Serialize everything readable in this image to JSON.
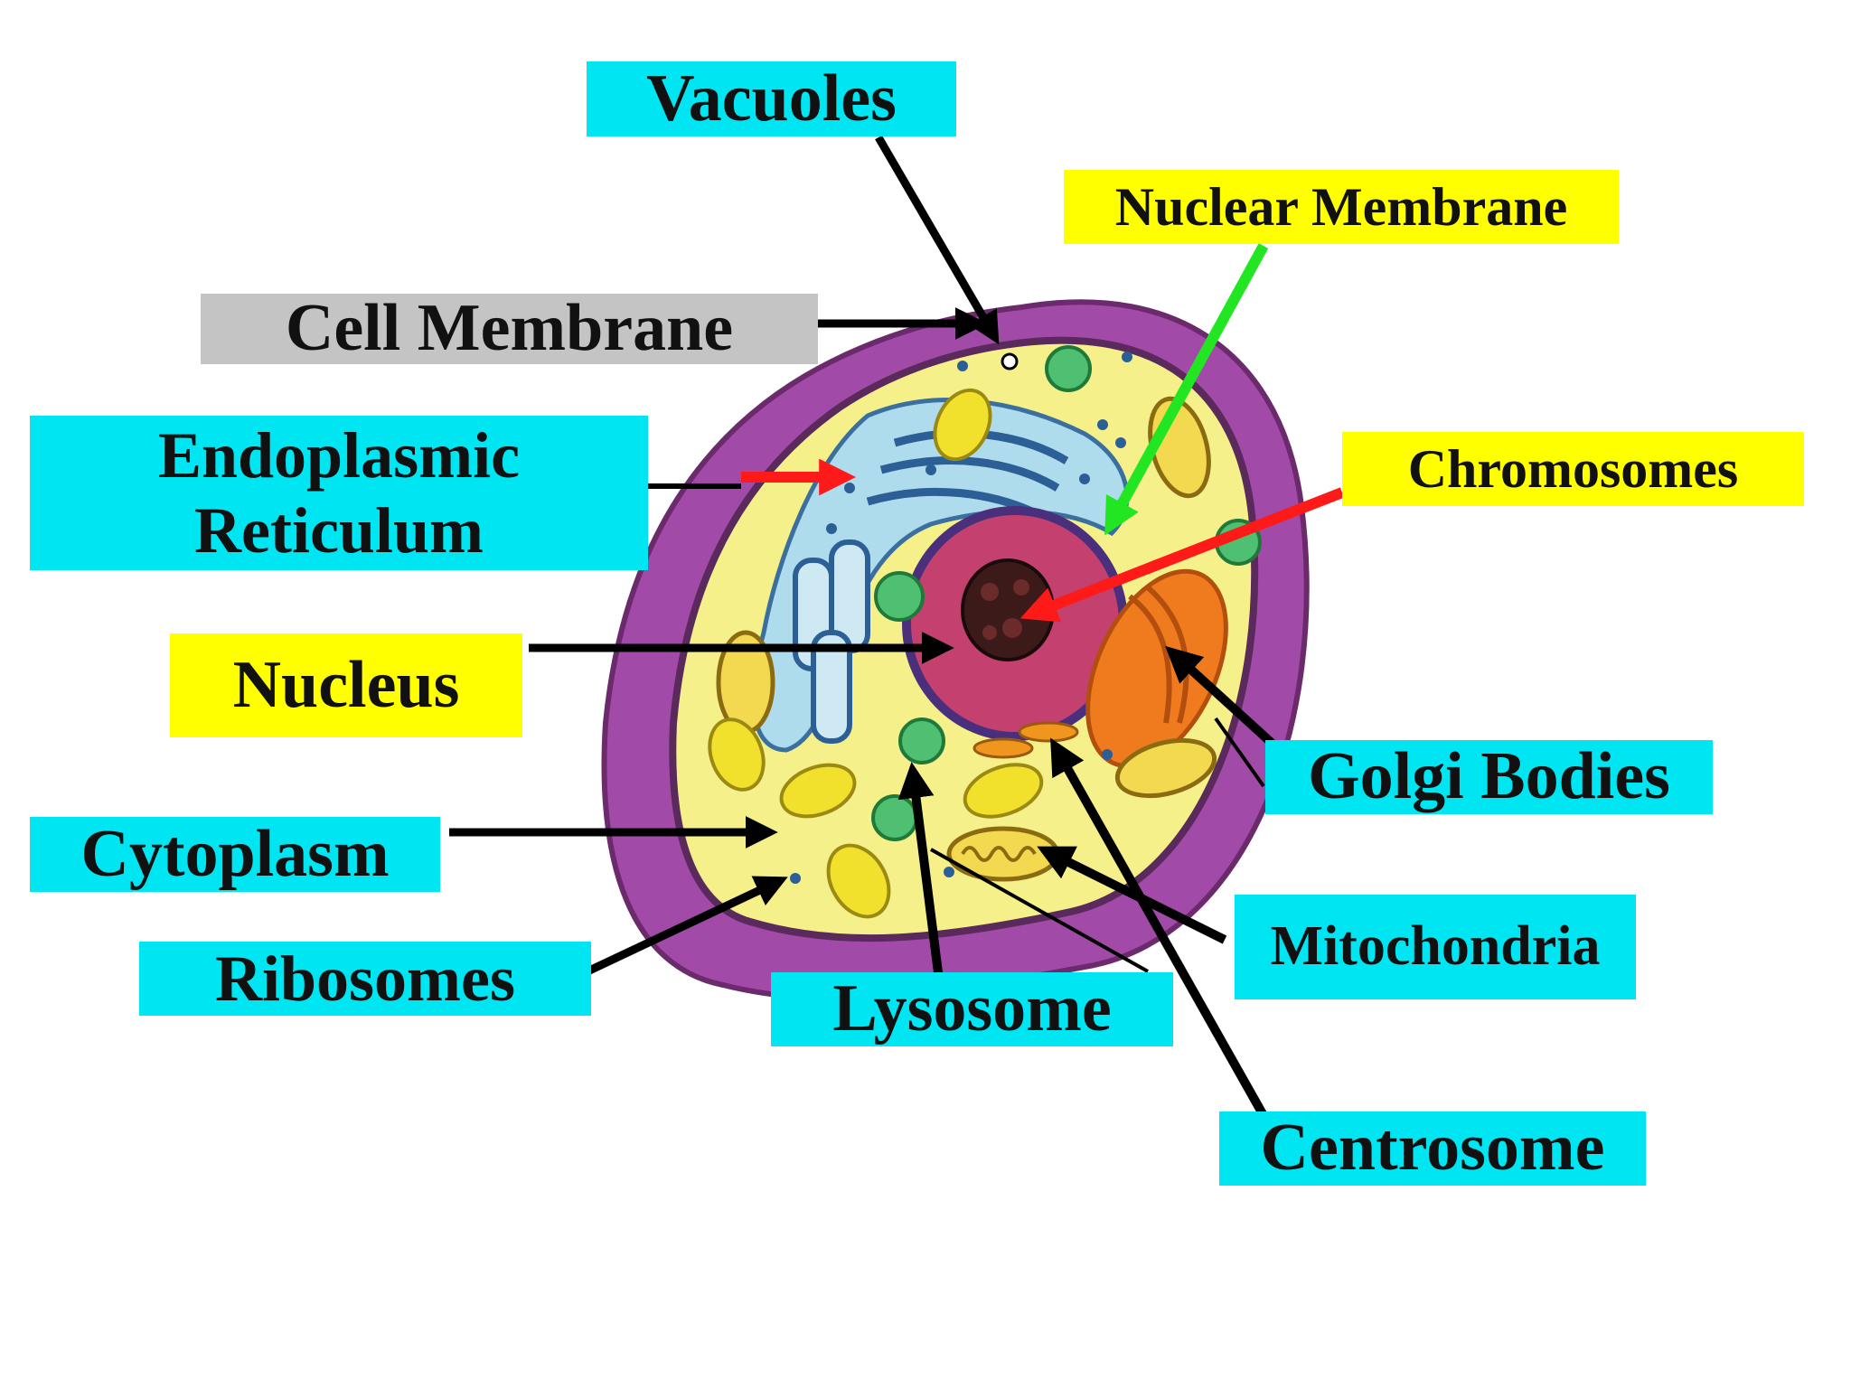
{
  "labels": {
    "vacuoles": "Vacuoles",
    "nuclear_membrane": "Nuclear Membrane",
    "cell_membrane": "Cell Membrane",
    "endoplasmic_reticulum_line1": "Endoplasmic",
    "endoplasmic_reticulum_line2": "Reticulum",
    "chromosomes": "Chromosomes",
    "nucleus": "Nucleus",
    "golgi_bodies": "Golgi Bodies",
    "cytoplasm": "Cytoplasm",
    "ribosomes": "Ribosomes",
    "mitochondria": "Mitochondria",
    "lysosome": "Lysosome",
    "centrosome": "Centrosome"
  },
  "colors": {
    "label_cyan": "#00e5f2",
    "label_yellow": "#ffff00",
    "label_gray": "#c4c4c4",
    "cell_membrane": "#a24aa8",
    "cytoplasm": "#f6f08a",
    "nucleus": "#c4406e",
    "golgi": "#f07a1e",
    "er": "#aedcec",
    "arrow_black": "#000000",
    "arrow_red": "#ff1a1a",
    "arrow_green": "#22e622"
  }
}
